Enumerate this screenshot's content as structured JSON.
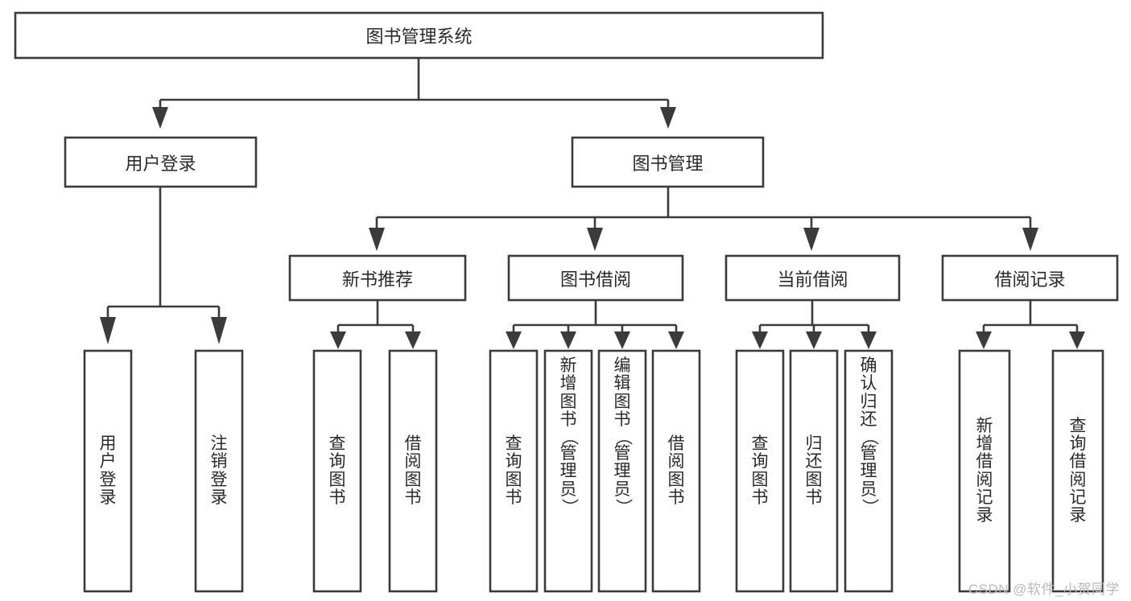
{
  "diagram": {
    "type": "tree",
    "title": "图书管理系统",
    "watermark": "CSDN @软件_小贺同学",
    "colors": {
      "stroke": "#3b3b3b",
      "fill": "#ffffff",
      "text": "#2a2a2a",
      "watermark": "#b9b9b9",
      "background": "#ffffff"
    },
    "root": {
      "label": "图书管理系统"
    },
    "level2": [
      {
        "label": "用户登录"
      },
      {
        "label": "图书管理"
      }
    ],
    "level3": [
      {
        "label": "新书推荐"
      },
      {
        "label": "图书借阅"
      },
      {
        "label": "当前借阅"
      },
      {
        "label": "借阅记录"
      }
    ],
    "leaves": {
      "user_login": [
        {
          "label": "用户登录"
        },
        {
          "label": "注销登录"
        }
      ],
      "new_book_recommend": [
        {
          "label": "查询图书"
        },
        {
          "label": "借阅图书"
        }
      ],
      "book_borrow": [
        {
          "label": "查询图书"
        },
        {
          "label": "新增图书（管理员）"
        },
        {
          "label": "编辑图书（管理员）"
        },
        {
          "label": "借阅图书"
        }
      ],
      "current_borrow": [
        {
          "label": "查询图书"
        },
        {
          "label": "归还图书"
        },
        {
          "label": "确认归还（管理员）"
        }
      ],
      "borrow_records": [
        {
          "label": "新增借阅记录"
        },
        {
          "label": "查询借阅记录"
        }
      ]
    }
  }
}
